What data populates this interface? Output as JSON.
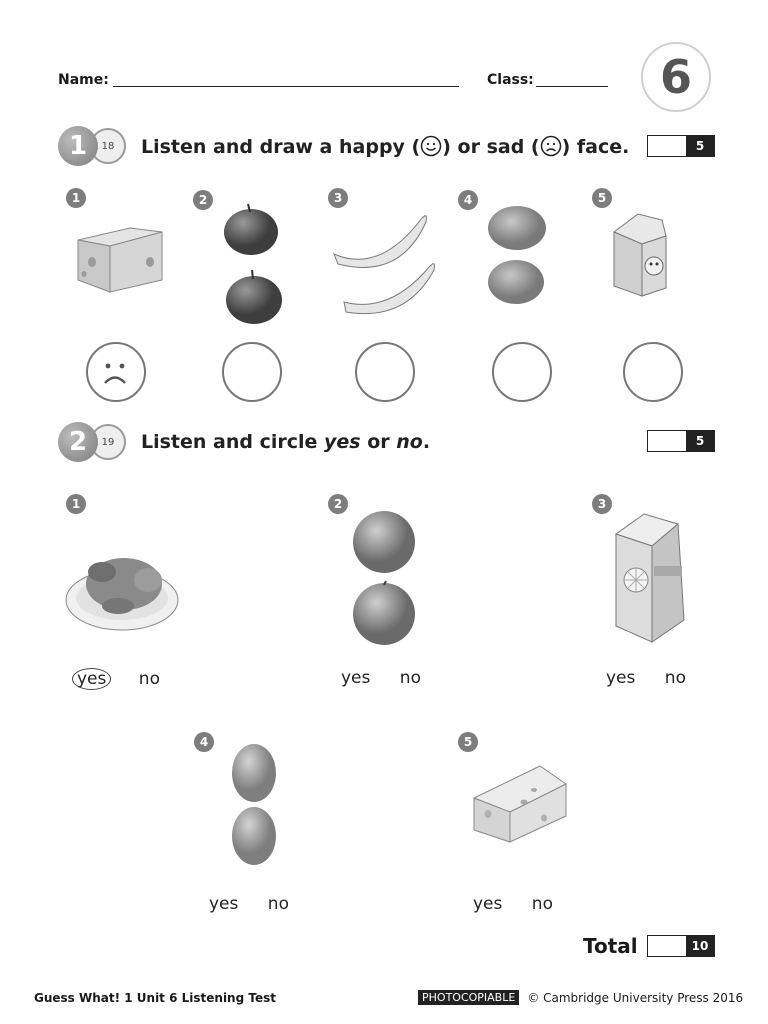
{
  "header": {
    "name_label": "Name:",
    "class_label": "Class:",
    "unit_number": "6"
  },
  "exercise1": {
    "number": "1",
    "track": "18",
    "instruction_pre": "Listen and draw a happy (",
    "instruction_mid": ") or sad (",
    "instruction_post": ") face.",
    "score": "5",
    "items": [
      {
        "num": "1",
        "picture": "cheese-block"
      },
      {
        "num": "2",
        "picture": "two-apples"
      },
      {
        "num": "3",
        "picture": "two-bananas"
      },
      {
        "num": "4",
        "picture": "two-potatoes"
      },
      {
        "num": "5",
        "picture": "milk-carton"
      }
    ]
  },
  "exercise2": {
    "number": "2",
    "track": "19",
    "instruction_pre": "Listen and circle ",
    "yes_word": "yes",
    "or_word": " or ",
    "no_word": "no",
    "period": ".",
    "score": "5",
    "items": [
      {
        "num": "1",
        "yes": "yes",
        "no": "no",
        "circled": "yes"
      },
      {
        "num": "2",
        "yes": "yes",
        "no": "no"
      },
      {
        "num": "3",
        "yes": "yes",
        "no": "no"
      },
      {
        "num": "4",
        "yes": "yes",
        "no": "no"
      },
      {
        "num": "5",
        "yes": "yes",
        "no": "no"
      }
    ]
  },
  "total": {
    "label": "Total",
    "score": "10"
  },
  "footer": {
    "left": "Guess What! 1 Unit 6 Listening Test",
    "badge": "PHOTOCOPIABLE",
    "copyright": "© Cambridge University Press 2016"
  }
}
